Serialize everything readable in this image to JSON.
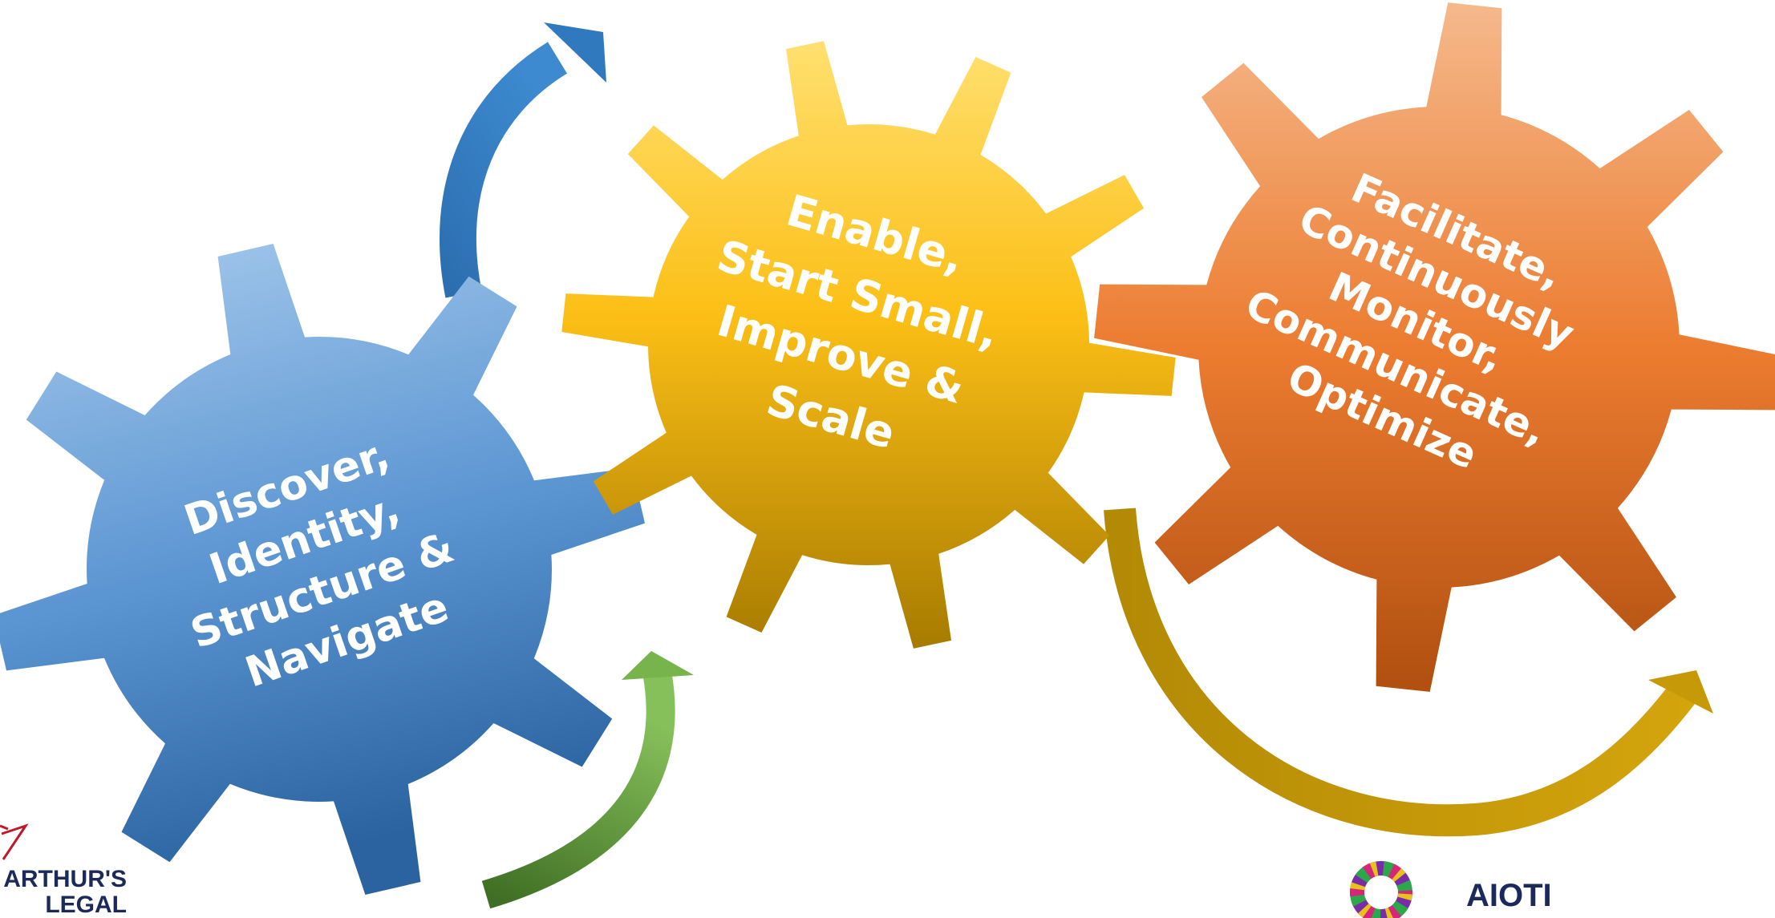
{
  "diagram": {
    "gears": [
      {
        "id": "blue",
        "lines": [
          "Discover,",
          "Identity,",
          "Structure &",
          "Navigate"
        ]
      },
      {
        "id": "yellow",
        "lines": [
          "Enable,",
          "Start Small,",
          "Improve &",
          "Scale"
        ]
      },
      {
        "id": "orange",
        "lines": [
          "Facilitate,",
          "Continuously",
          "Monitor,",
          "Communicate,",
          "Optimize"
        ]
      }
    ]
  },
  "logos": {
    "left": {
      "line1": "ARTHUR'S",
      "line2": "LEGAL"
    },
    "right": {
      "name": "AIOTI"
    }
  },
  "colors": {
    "blue_light": "#9dc2e8",
    "blue_dark": "#2a66a6",
    "yellow_light": "#ffd95a",
    "yellow_dark": "#b58a00",
    "orange_light": "#f3b384",
    "orange_dark": "#b4520f",
    "arrow_blue": "#2e75b6",
    "arrow_green": "#4a7f2b",
    "arrow_gold": "#c69a05",
    "logo_red": "#c0172c",
    "logo_navy": "#1b2a5a"
  }
}
